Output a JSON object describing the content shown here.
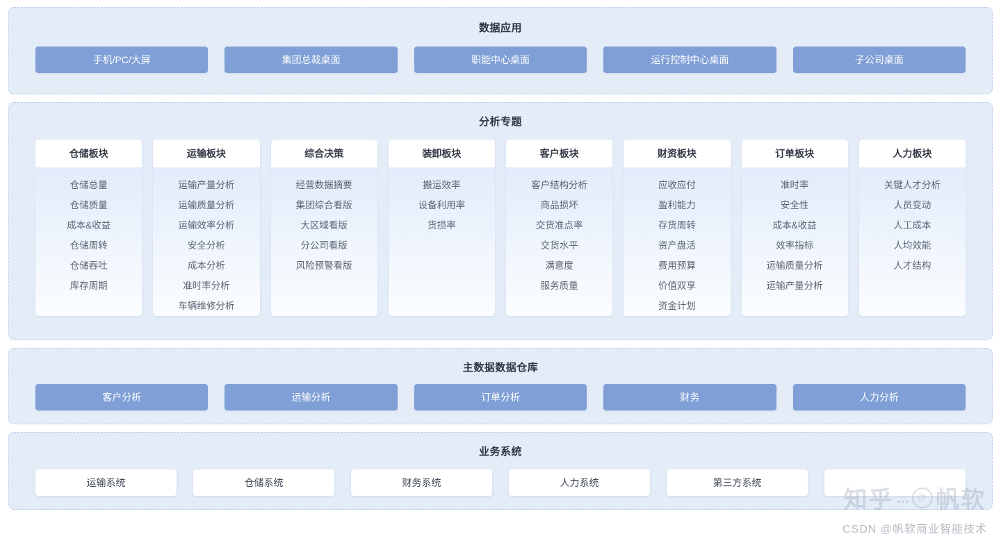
{
  "sections": {
    "apps": {
      "title": "数据应用",
      "items": [
        "手机/PC/大屏",
        "集团总裁桌面",
        "职能中心桌面",
        "运行控制中心桌面",
        "子公司桌面"
      ]
    },
    "topics": {
      "title": "分析专题",
      "columns": [
        {
          "header": "仓储板块",
          "items": [
            "仓储总量",
            "仓储质量",
            "成本&收益",
            "仓储周转",
            "仓储吞吐",
            "库存周期"
          ]
        },
        {
          "header": "运输板块",
          "items": [
            "运输产量分析",
            "运输质量分析",
            "运输效率分析",
            "安全分析",
            "成本分析",
            "准时率分析",
            "车辆维修分析"
          ]
        },
        {
          "header": "综合决策",
          "items": [
            "经营数据摘要",
            "集团综合看版",
            "大区域看版",
            "分公司看版",
            "风险预警看版"
          ]
        },
        {
          "header": "装卸板块",
          "items": [
            "搬运效率",
            "设备利用率",
            "货损率"
          ]
        },
        {
          "header": "客户板块",
          "items": [
            "客户结构分析",
            "商品损坏",
            "交货准点率",
            "交货水平",
            "满意度",
            "服务质量"
          ]
        },
        {
          "header": "财资板块",
          "items": [
            "应收应付",
            "盈利能力",
            "存货周转",
            "资产盘活",
            "费用预算",
            "价值双享",
            "资金计划"
          ]
        },
        {
          "header": "订单板块",
          "items": [
            "准时率",
            "安全性",
            "成本&收益",
            "效率指标",
            "运输质量分析",
            "运输产量分析"
          ]
        },
        {
          "header": "人力板块",
          "items": [
            "关键人才分析",
            "人员变动",
            "人工成本",
            "人均效能",
            "人才结构"
          ]
        }
      ]
    },
    "warehouse": {
      "title": "主数据数据仓库",
      "items": [
        "客户分析",
        "运输分析",
        "订单分析",
        "财务",
        "人力分析"
      ]
    },
    "systems": {
      "title": "业务系统",
      "items": [
        "运输系统",
        "仓储系统",
        "财务系统",
        "人力系统",
        "第三方系统",
        ""
      ]
    }
  },
  "watermarks": {
    "zhihu_left": "知乎",
    "zhihu_dots": "...",
    "zhihu_at": "@",
    "zhihu_right": "帆软",
    "csdn": "CSDN @帆软商业智能技术"
  },
  "colors": {
    "panel_bg": "#e4ecf8",
    "panel_border": "#b9cdea",
    "chip_blue": "#7f9fd6",
    "card_head": "#ffffff",
    "text_dark": "#2f3640",
    "text_item": "#5a6472"
  }
}
